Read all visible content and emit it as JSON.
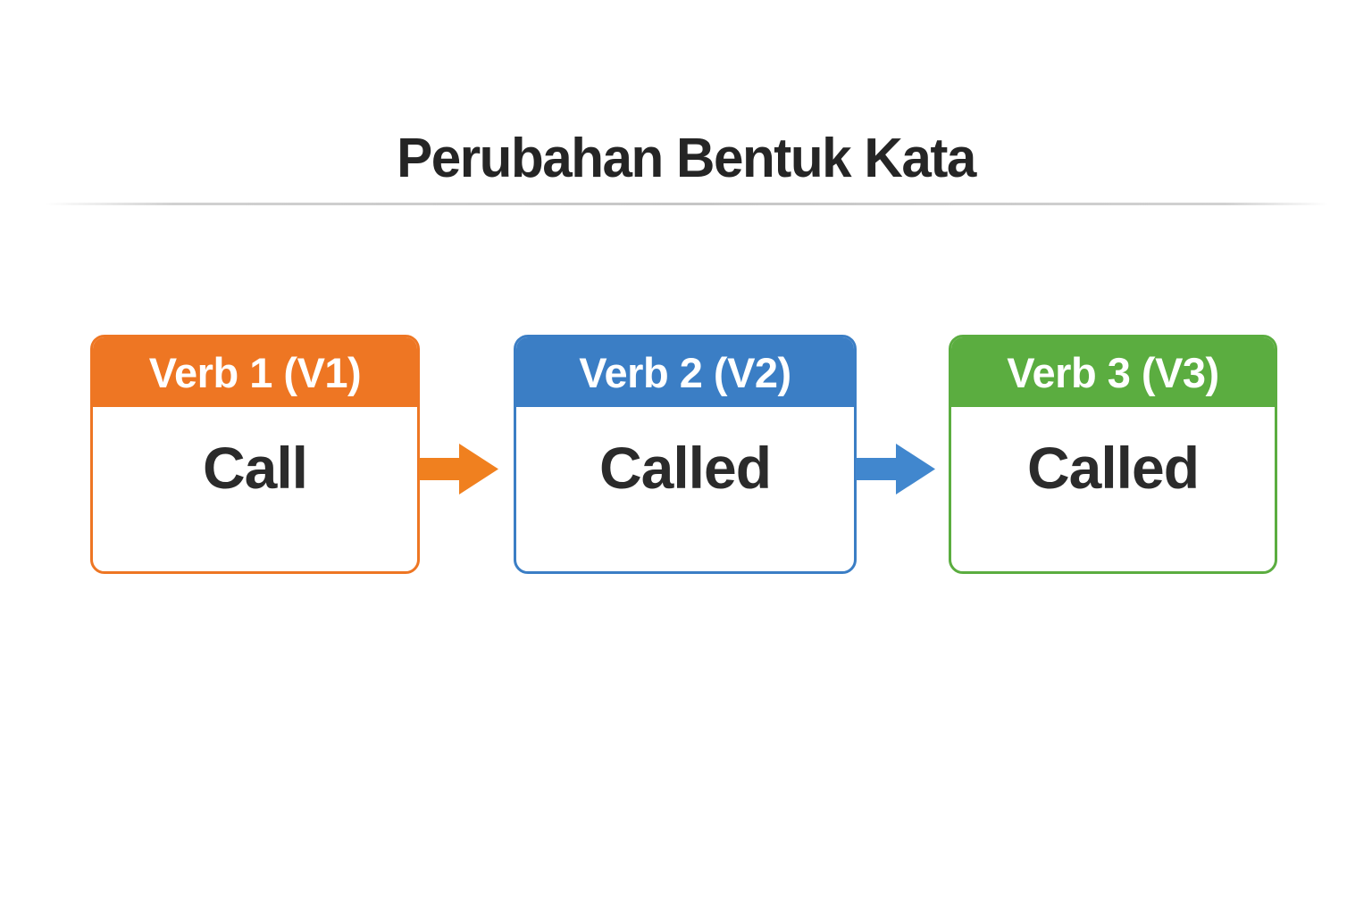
{
  "title": "Perubahan Bentuk Kata",
  "cards": [
    {
      "header": "Verb 1 (V1)",
      "word": "Call",
      "color": "#EE7623"
    },
    {
      "header": "Verb 2 (V2)",
      "word": "Called",
      "color": "#3B7EC5"
    },
    {
      "header": "Verb 3 (V3)",
      "word": "Called",
      "color": "#5BAD40"
    }
  ],
  "arrows": [
    {
      "label": "v1-to-v2",
      "color": "#F0801F"
    },
    {
      "label": "v2-to-v3",
      "color": "#4187CE"
    }
  ],
  "colors": {
    "title_text": "#252525",
    "word_text": "#2b2b2b",
    "header_text": "#ffffff",
    "divider": "#c6c6c6",
    "background": "#ffffff"
  }
}
